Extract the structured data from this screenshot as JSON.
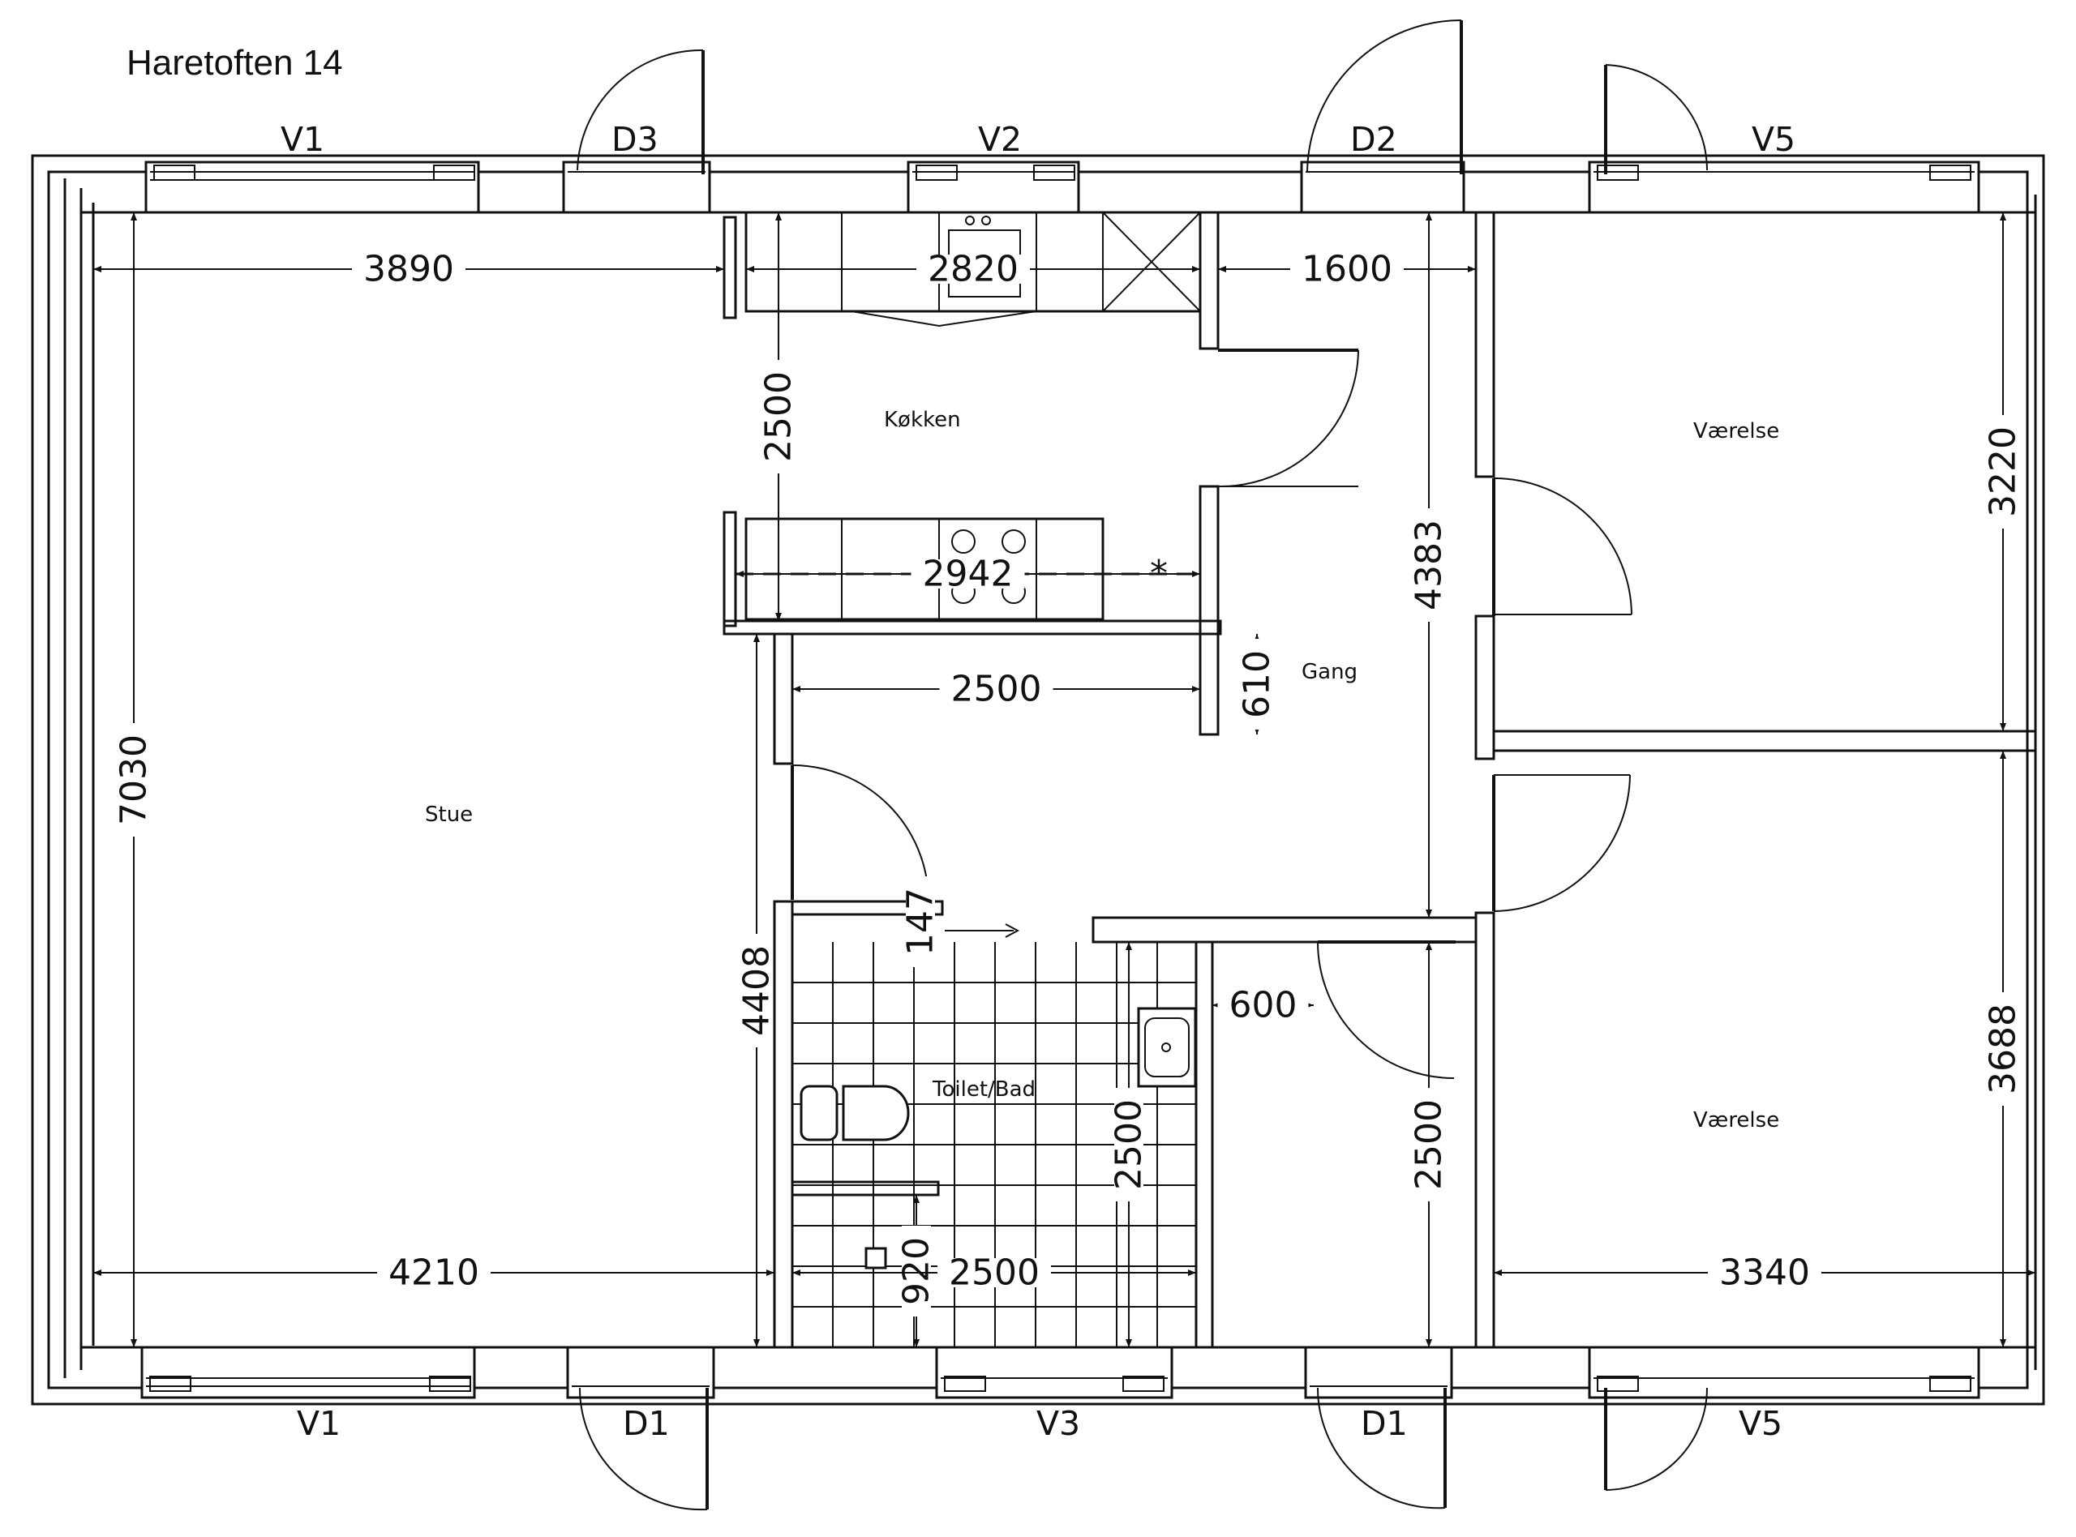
{
  "title": "Haretoften 14",
  "rooms": {
    "stue": "Stue",
    "kokken": "Køkken",
    "gang": "Gang",
    "vaerelse_top": "Værelse",
    "vaerelse_bottom": "Værelse",
    "toilet": "Toilet/Bad"
  },
  "openings": {
    "top_v1": "V1",
    "top_d3": "D3",
    "top_v2": "V2",
    "top_d2": "D2",
    "top_v5": "V5",
    "bottom_v1": "V1",
    "bottom_d1_left": "D1",
    "bottom_v3": "V3",
    "bottom_d1_right": "D1",
    "bottom_v5": "V5"
  },
  "dimensions": {
    "stue_top_width": "3890",
    "kitchen_width": "2820",
    "gang_top_width": "1600",
    "kitchen_depth": "2500",
    "counter_length": "2942",
    "gang_width_2500": "2500",
    "gang_610": "610",
    "stue_depth": "7030",
    "gang_depth": "4383",
    "room_top_depth": "3220",
    "bath_left_depth": "4408",
    "bath_147": "147",
    "bath_600": "600",
    "bath_depth": "2500",
    "gang_lower_depth": "2500",
    "room_bottom_depth": "3688",
    "stue_bottom_width": "4210",
    "bath_920": "920",
    "bath_width": "2500",
    "room_bottom_width": "3340"
  }
}
